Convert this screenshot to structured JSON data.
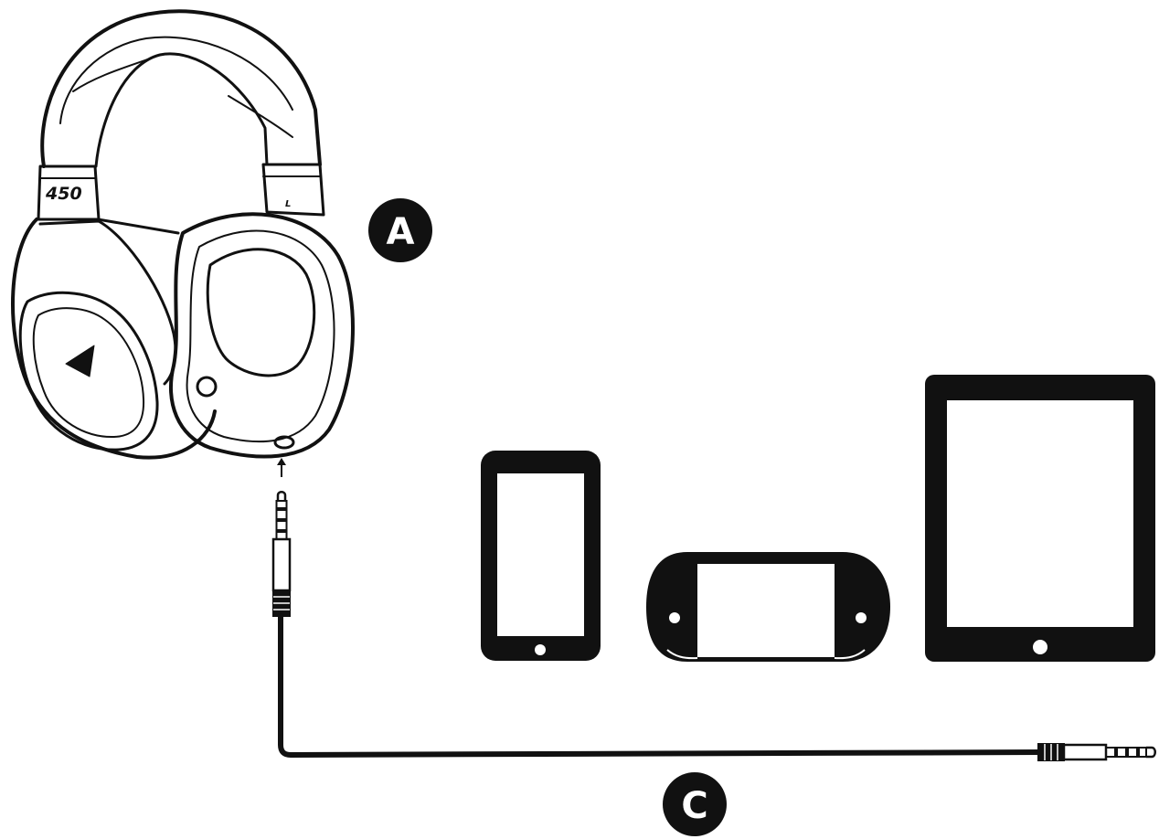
{
  "callouts": {
    "a": "A",
    "c": "C"
  },
  "headset": {
    "model_label": "450",
    "side_label": "L"
  },
  "devices": [
    "smartphone",
    "handheld-console",
    "tablet"
  ],
  "icons": {
    "headset": "headset-icon",
    "arrow": "arrow-up-icon",
    "plug": "audio-plug-icon"
  },
  "colors": {
    "ink": "#111111",
    "paper": "#ffffff"
  }
}
